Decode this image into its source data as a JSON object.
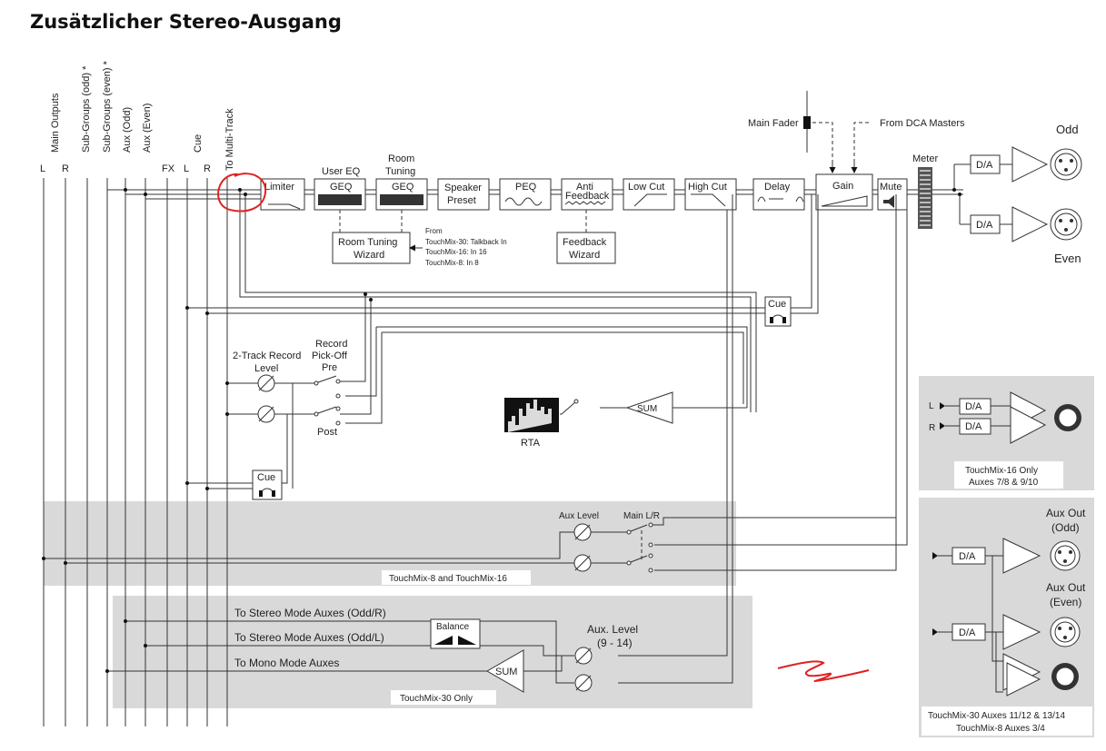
{
  "title": "Zusätzlicher Stereo-Ausgang",
  "buses": {
    "vertical_labels": [
      "Main Outputs",
      "Sub-Groups (odd) *",
      "Sub-Groups (even) *",
      "Aux (Odd)",
      "Aux (Even)",
      "Cue",
      "To Multi-Track"
    ],
    "lr_labels": [
      "L",
      "R",
      "FX",
      "L",
      "R"
    ]
  },
  "chain": {
    "limiter": "Limiter",
    "user_eq": "User EQ",
    "geq": "GEQ",
    "room_tuning": "Room\nTuning",
    "geq2": "GEQ",
    "speaker_preset": "Speaker\nPreset",
    "peq": "PEQ",
    "anti_feedback": "Anti\nFeedback",
    "low_cut": "Low Cut",
    "high_cut": "High Cut",
    "delay": "Delay",
    "gain": "Gain",
    "mute": "Mute",
    "meter": "Meter"
  },
  "room_wizard": "Room Tuning\nWizard",
  "room_from": [
    "From",
    "TouchMix-30: Talkback In",
    "TouchMix-16: In 16",
    "TouchMix-8: In 8"
  ],
  "feedback_wizard": "Feedback\nWizard",
  "main_fader": "Main Fader",
  "from_dca": "From DCA Masters",
  "da": "D/A",
  "odd": "Odd",
  "even": "Even",
  "cue": "Cue",
  "two_track": "2-Track Record\nLevel",
  "record_pickoff": "Record\nPick-Off\nPre",
  "post": "Post",
  "rta": "RTA",
  "sum": "SUM",
  "tm816_panel": {
    "aux_level": "Aux Level",
    "main_lr": "Main L/R",
    "caption": "TouchMix-8 and TouchMix-16"
  },
  "tm30_panel": {
    "lines": [
      "To Stereo Mode Auxes (Odd/R)",
      "To Stereo Mode Auxes (Odd/L)",
      "To Mono Mode Auxes"
    ],
    "balance": "Balance",
    "aux_level": "Aux. Level\n(9 - 14)",
    "sum": "SUM",
    "caption": "TouchMix-30 Only"
  },
  "tm16_panel": {
    "l": "L",
    "r": "R",
    "da": "D/A",
    "caption": "TouchMix-16 Only\nAuxes 7/8 & 9/10"
  },
  "auxout_panel": {
    "odd": "Aux Out\n(Odd)",
    "even": "Aux Out\n(Even)",
    "da": "D/A",
    "caption": "TouchMix-30 Auxes 11/12 & 13/14\nTouchMix-8 Auxes 3/4"
  },
  "colors": {
    "panel": "#d9d9d9",
    "annotation": "#e02020",
    "line": "#333333"
  }
}
